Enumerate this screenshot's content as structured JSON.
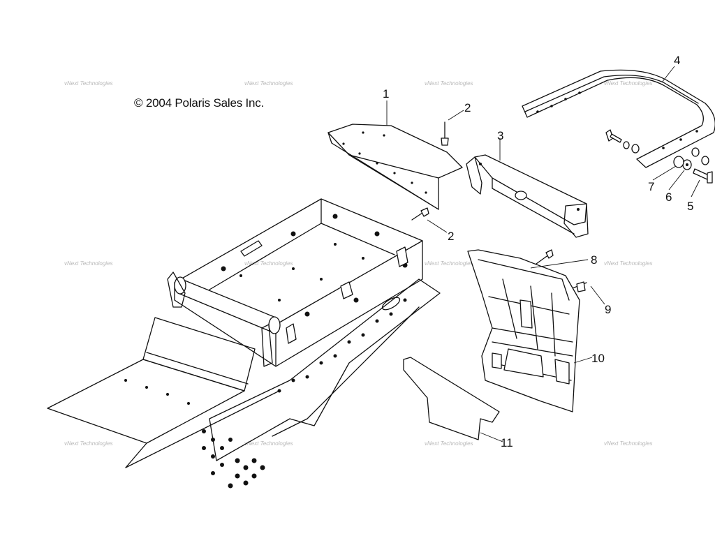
{
  "copyright": "© 2004 Polaris Sales Inc.",
  "watermark": "vNext Technologies",
  "callouts": [
    {
      "id": "1",
      "label": "1"
    },
    {
      "id": "2a",
      "label": "2"
    },
    {
      "id": "2b",
      "label": "2"
    },
    {
      "id": "3",
      "label": "3"
    },
    {
      "id": "4",
      "label": "4"
    },
    {
      "id": "5",
      "label": "5"
    },
    {
      "id": "6",
      "label": "6"
    },
    {
      "id": "7",
      "label": "7"
    },
    {
      "id": "8",
      "label": "8"
    },
    {
      "id": "9",
      "label": "9"
    },
    {
      "id": "10",
      "label": "10"
    },
    {
      "id": "11",
      "label": "11"
    }
  ]
}
